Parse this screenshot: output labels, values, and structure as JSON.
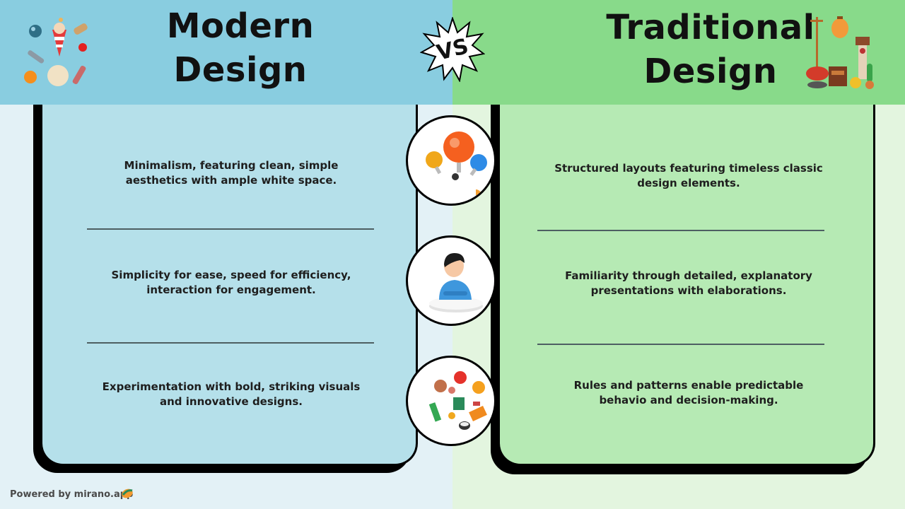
{
  "left": {
    "title_line1": "Modern",
    "title_line2": "Design",
    "points": [
      "Minimalism, featuring clean, simple aesthetics with ample white space.",
      "Simplicity for ease, speed for efficiency, interaction for engagement.",
      "Experimentation with bold, striking visuals and innovative designs."
    ]
  },
  "right": {
    "title_line1": "Traditional",
    "title_line2": "Design",
    "points": [
      "Structured layouts featuring timeless classic design elements.",
      "Familiarity through detailed, explanatory presentations with elaborations.",
      "Rules and patterns enable predictable behavio and decision-making."
    ]
  },
  "vs_label": "VS",
  "icons": {
    "left_header": "modern-objects-icon",
    "right_header": "traditional-objects-icon",
    "circle_1": "spheres-icon",
    "circle_2": "person-icon",
    "circle_3": "mixed-objects-icon",
    "footer": "mirano-logo-icon"
  },
  "colors": {
    "left_header": "#89cde0",
    "right_header": "#88da8a",
    "left_card": "#b5e0ea",
    "right_card": "#b6eab4"
  },
  "footer_text": "Powered by mirano.app"
}
